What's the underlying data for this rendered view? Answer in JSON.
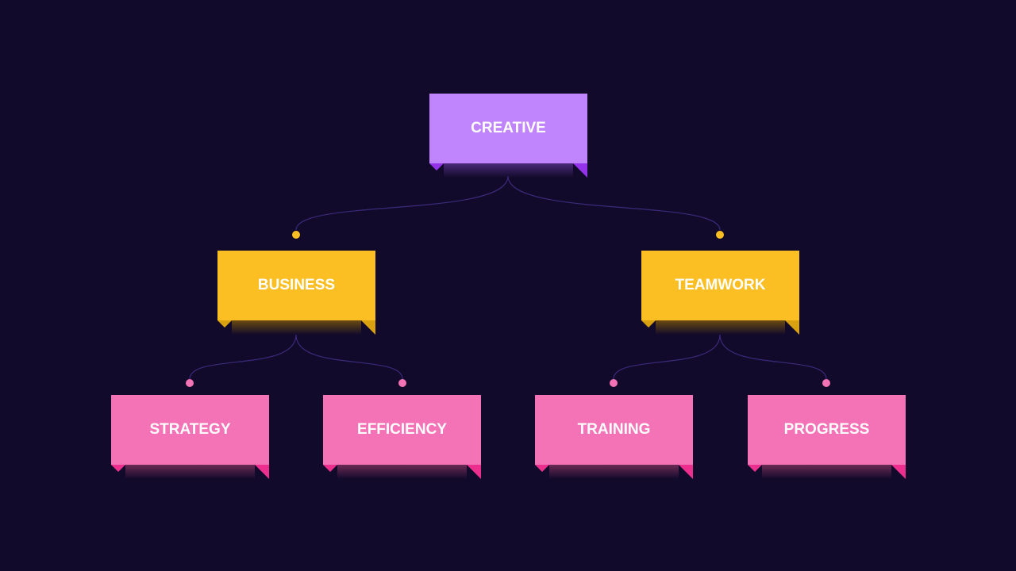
{
  "diagram": {
    "colors": {
      "background": "#120a2a",
      "connector": "#3a2a7a",
      "purple": "#c084fc",
      "yellow": "#fbbf24",
      "pink": "#f472b6"
    },
    "root": {
      "label": "CREATIVE",
      "color": "purple"
    },
    "level1": [
      {
        "label": "BUSINESS",
        "color": "yellow"
      },
      {
        "label": "TEAMWORK",
        "color": "yellow"
      }
    ],
    "level2": [
      {
        "label": "STRATEGY",
        "color": "pink",
        "parent": "BUSINESS"
      },
      {
        "label": "EFFICIENCY",
        "color": "pink",
        "parent": "BUSINESS"
      },
      {
        "label": "TRAINING",
        "color": "pink",
        "parent": "TEAMWORK"
      },
      {
        "label": "PROGRESS",
        "color": "pink",
        "parent": "TEAMWORK"
      }
    ]
  }
}
